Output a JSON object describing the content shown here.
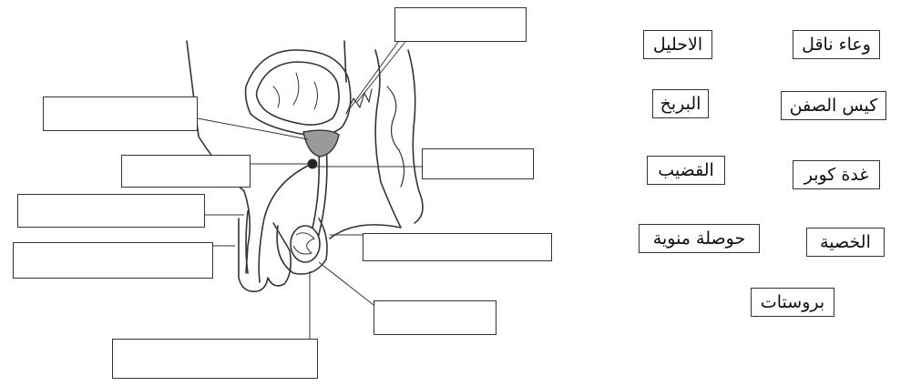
{
  "word_bank": [
    {
      "id": "vas-deferens",
      "text": "وعاء ناقل"
    },
    {
      "id": "urethra",
      "text": "الاحليل"
    },
    {
      "id": "seminal-vesicle",
      "text": "كيس الصفن"
    },
    {
      "id": "epididymis",
      "text": "البربخ"
    },
    {
      "id": "cowper-gland",
      "text": "غدة كوبر"
    },
    {
      "id": "penis",
      "text": "القضيب"
    },
    {
      "id": "testis",
      "text": "الخصية"
    },
    {
      "id": "seminal-vesicle-2",
      "text": "حوصلة منوية"
    },
    {
      "id": "prostate",
      "text": "بروستات"
    }
  ],
  "blank_count": 9,
  "colors": {
    "line": "#333333",
    "fill_gland": "#9a9a9a",
    "background": "#ffffff"
  }
}
